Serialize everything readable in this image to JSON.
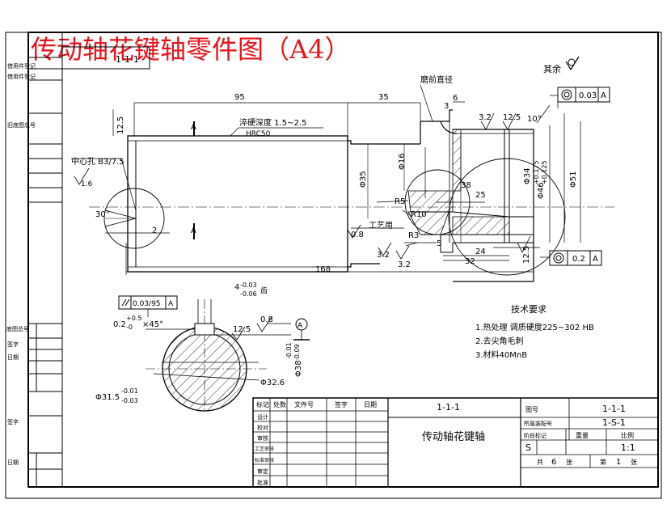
{
  "title": "传动轴花键轴零件图（A4）",
  "drawing_no_box": "1-1-1",
  "roughness_rest": "其余",
  "left_strip": {
    "top": [
      "借用件登记",
      "借用件登记",
      "旧底图总号"
    ],
    "mid": [
      "底图总号",
      "签字",
      "日期"
    ],
    "bottom": [
      "日期",
      "签字"
    ]
  },
  "dims": {
    "d95": "95",
    "d35": "35",
    "d168": "168",
    "d6": "6",
    "d3": "3",
    "r12_5_left": "12.5",
    "hardening": "淬硬深度 1.5~2.5",
    "hrc": "HRC50",
    "center_hole": "中心孔 B3/7.5",
    "v16": "1.6",
    "a30": "30°",
    "d2": "2",
    "sec_a_top": "A",
    "sec_a_bot": "A",
    "grinding": "磨前直径",
    "r3_2_top": "3.2",
    "r12_5_top": "12.5",
    "a10": "10°",
    "circ_top": "0.03",
    "circ_top_ref": "A",
    "phi16": "Φ16",
    "phi35": "Φ35",
    "phi34": "Φ34",
    "phi46": "Φ46",
    "phi46_tol_up": "+0.175",
    "phi46_tol_dn": "+0.125",
    "phi51": "Φ51",
    "d38": "38",
    "d25": "25",
    "r5": "R5",
    "r10": "R10",
    "d0_8": "0.8",
    "process": "工艺用",
    "r3": "R3",
    "v3_2a": "3.2",
    "v3_2b": "3.2",
    "d5": "5",
    "d24": "24",
    "d32": "32",
    "r12_5_bot": "12.5",
    "circ_bot": "0.2",
    "circ_bot_ref": "A"
  },
  "section": {
    "parallel_tol": "0.03/95",
    "parallel_ref": "A",
    "key_width": "4",
    "key_tol_up": "-0.03",
    "key_tol_dn": "-0.06",
    "key_unit": "齿",
    "chamfer_base": "0.2",
    "chamfer_up": "+0.5",
    "chamfer_dn": "-0",
    "chamfer_ang": "×45°",
    "v12_5": "12.5",
    "v0_8": "0.8",
    "datum": "A",
    "phi38_up": "-0.01",
    "phi38_label": "Φ38",
    "phi38_dn": "-0.09",
    "phi32_6": "Φ32.6",
    "phi31_5": "Φ31.5",
    "phi31_5_up": "-0.01",
    "phi31_5_dn": "-0.03"
  },
  "tech_req": {
    "heading": "技术要求",
    "items": [
      "1.热处理  调质硬度225~302 HB",
      "2.去尖角毛刺",
      "3.材料40MnB"
    ]
  },
  "title_block": {
    "left_headers": [
      "标记",
      "处数",
      "文件号",
      "签字",
      "日期"
    ],
    "left_rows": [
      "设计",
      "校对",
      "审核",
      "工艺审核",
      "标准审核",
      "审定",
      "批准"
    ],
    "drawing_code": "1-1-1",
    "part_name": "传动轴花键轴",
    "fig_no_label": "图号",
    "fig_no": "1-1-1",
    "assy_label": "所属装配号",
    "assy_no": "1-S-1",
    "stage_label": "阶段标记",
    "stage": "S",
    "weight_label": "重量",
    "scale_label": "比例",
    "scale": "1:1",
    "sheets_total_a": "共",
    "sheets_total": "6",
    "sheets_total_b": "张",
    "sheet_a": "第",
    "sheet_no": "1",
    "sheet_b": "张"
  }
}
